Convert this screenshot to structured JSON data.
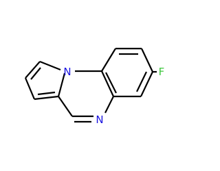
{
  "molecule": {
    "atoms": [
      {
        "id": "N1",
        "symbol": "N",
        "color": "#1a14e0"
      },
      {
        "id": "N2",
        "symbol": "N",
        "color": "#1a14e0"
      },
      {
        "id": "F1",
        "symbol": "F",
        "color": "#3cc63c"
      }
    ],
    "bond_color": "#000000"
  }
}
